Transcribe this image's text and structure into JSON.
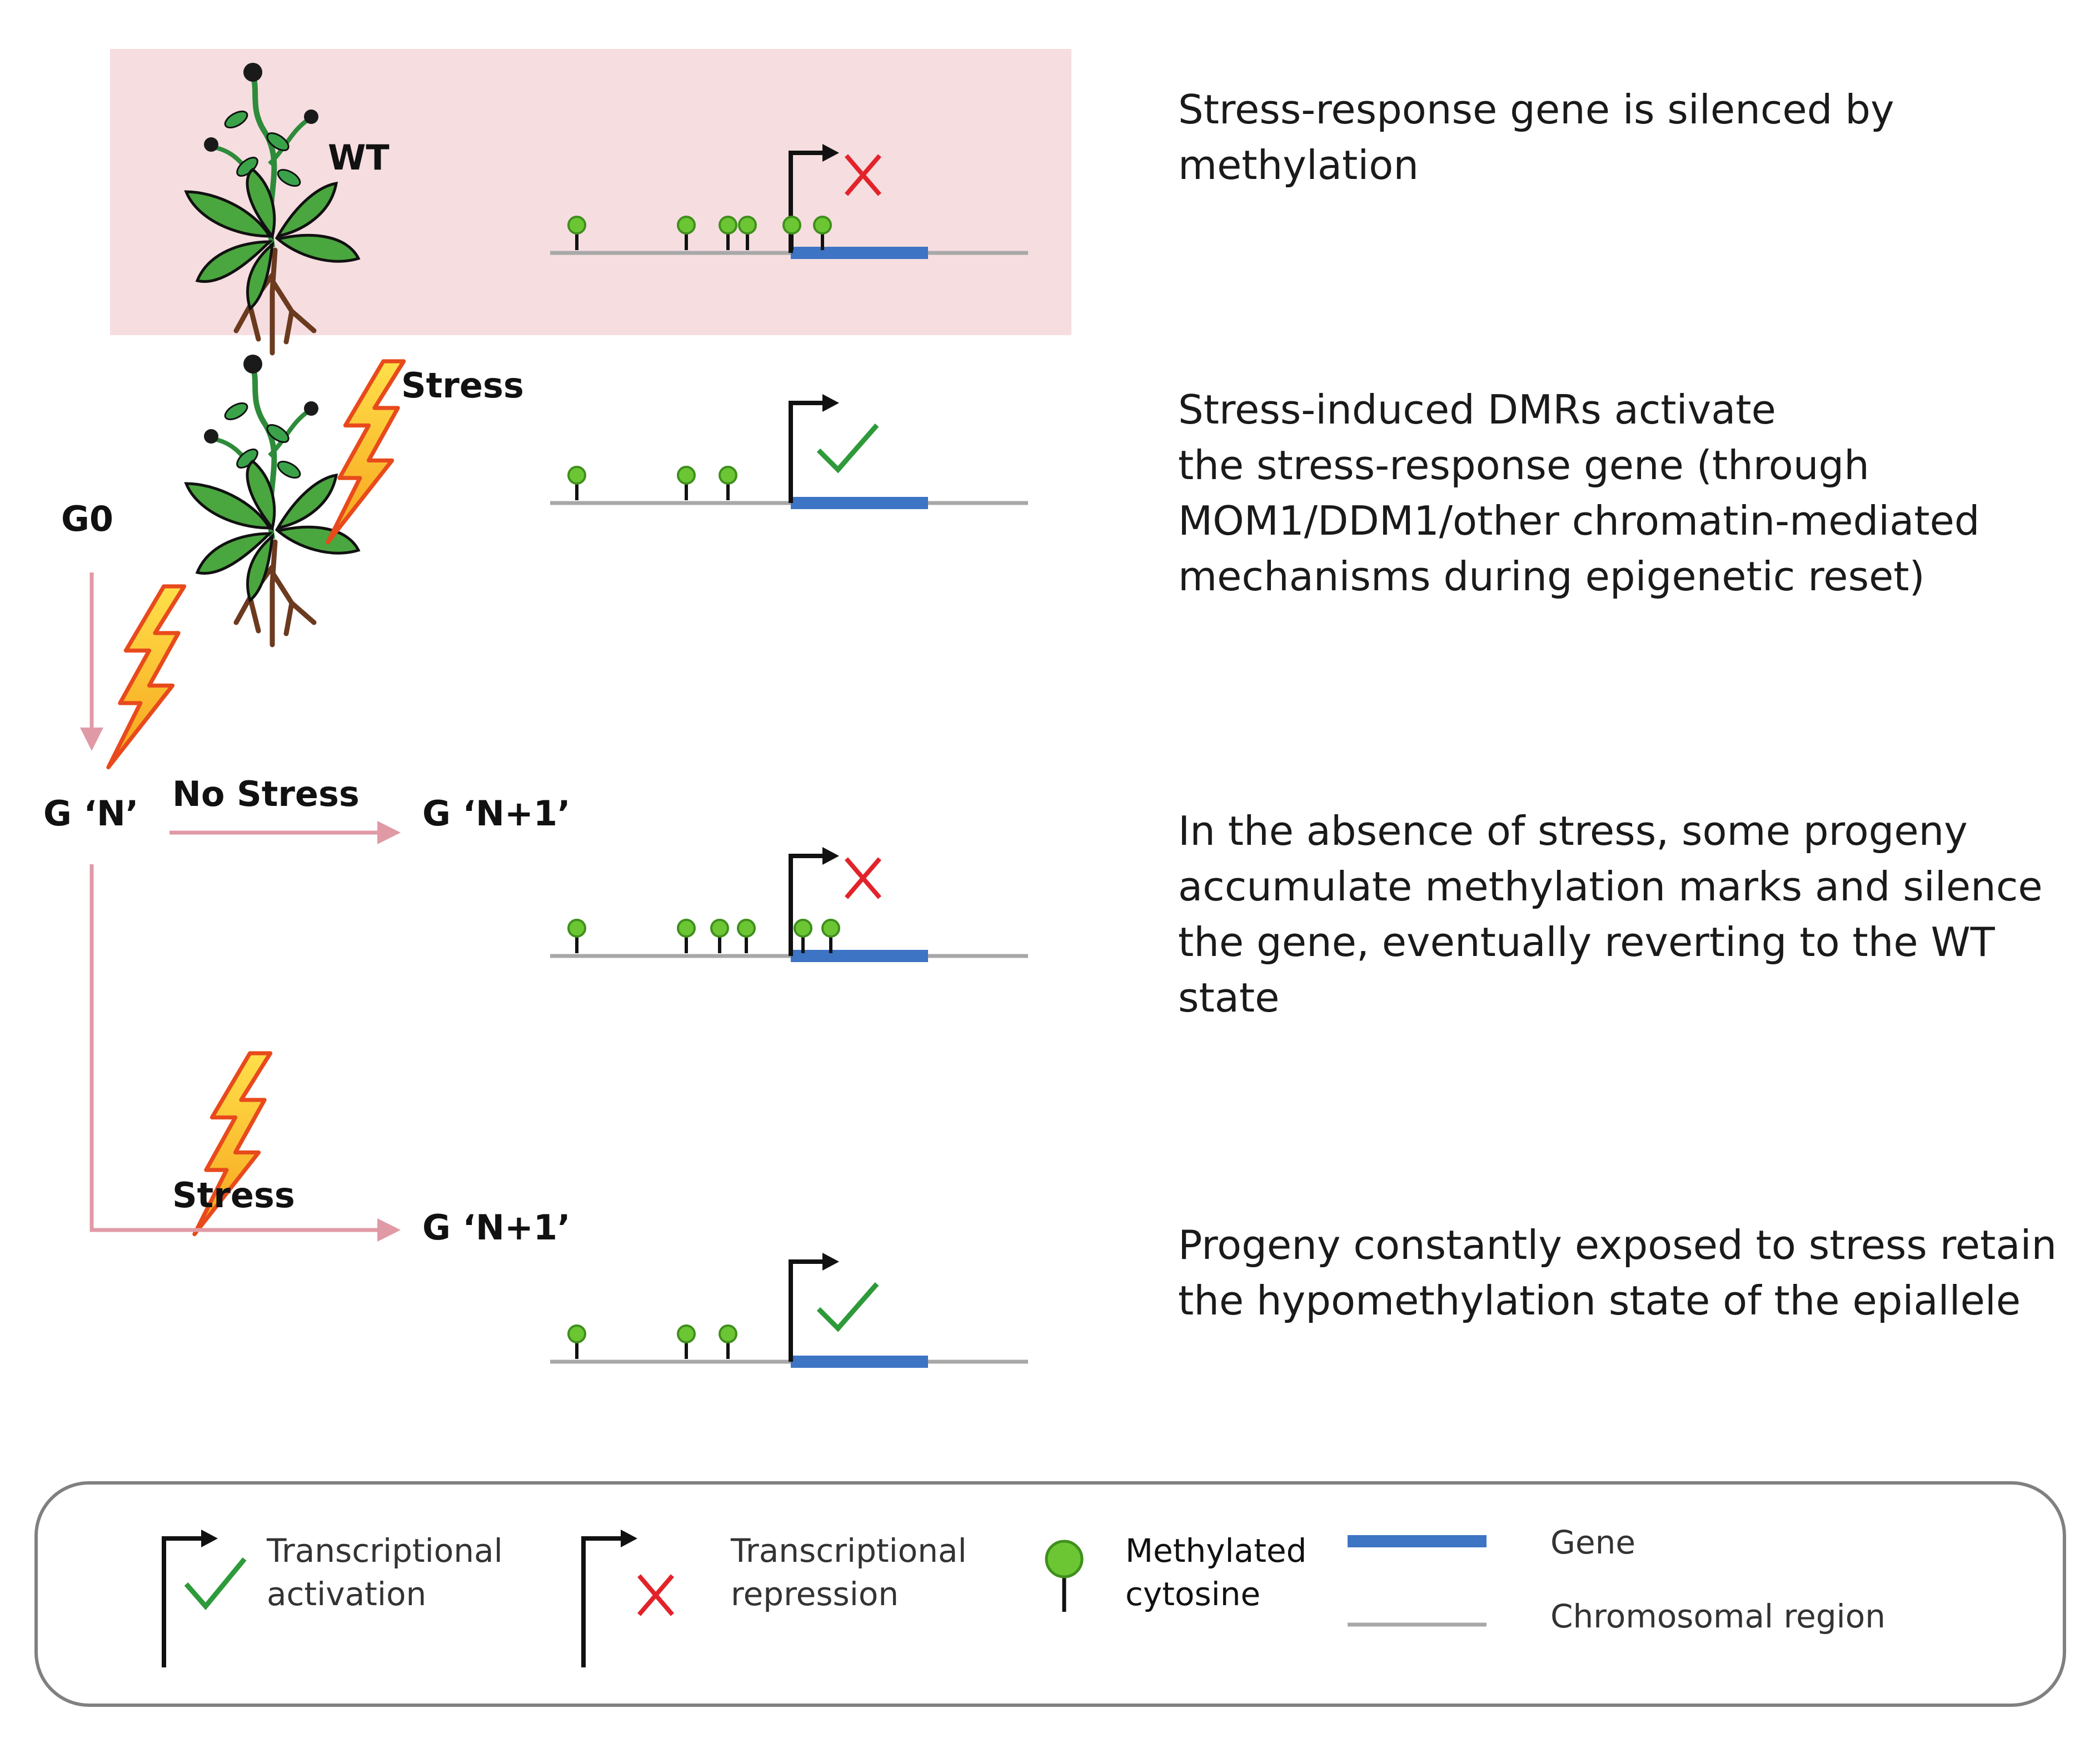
{
  "colors": {
    "panel_bg": "#f5dde0",
    "arrow_pink": "#e09aa6",
    "gene_blue": "#3d74c4",
    "chromosome_grey": "#a8a8a8",
    "methyl_green": "#6cc634",
    "check_green": "#2e9a3a",
    "cross_red": "#e2232a",
    "legend_border": "#808080"
  },
  "labels": {
    "wt": "WT",
    "stress_top": "Stress",
    "g0": "G0",
    "gn": "G ‘N’",
    "no_stress": "No Stress",
    "gn1_a": "G ‘N+1’",
    "stress_bottom": "Stress",
    "gn1_b": "G ‘N+1’"
  },
  "descriptions": {
    "row1": [
      "Stress-response gene is silenced by",
      "methylation"
    ],
    "row2": [
      "Stress-induced DMRs activate",
      "the stress-response gene (through",
      "MOM1/DDM1/other chromatin-mediated",
      "mechanisms during epigenetic reset)"
    ],
    "row3": [
      "In the absence of stress, some progeny",
      "accumulate methylation marks and silence",
      "the gene, eventually reverting to the WT",
      "state"
    ],
    "row4": [
      "Progeny constantly exposed to stress retain",
      "the hypomethylation state of the epiallele"
    ]
  },
  "legend": {
    "activation": [
      "Transcriptional",
      "activation"
    ],
    "repression": [
      "Transcriptional",
      "repression"
    ],
    "methyl": [
      "Methylated",
      "cytosine"
    ],
    "gene": "Gene",
    "chromosome": "Chromosomal region"
  },
  "loci": [
    {
      "name": "locus-wt",
      "state": "repressed",
      "marks_before_tss": 5,
      "marks_in_gene": 1
    },
    {
      "name": "locus-g0",
      "state": "active",
      "marks_before_tss": 3,
      "marks_in_gene": 0
    },
    {
      "name": "locus-no-stress",
      "state": "repressed",
      "marks_before_tss": 4,
      "marks_in_gene": 2
    },
    {
      "name": "locus-stress",
      "state": "active",
      "marks_before_tss": 3,
      "marks_in_gene": 0
    }
  ]
}
